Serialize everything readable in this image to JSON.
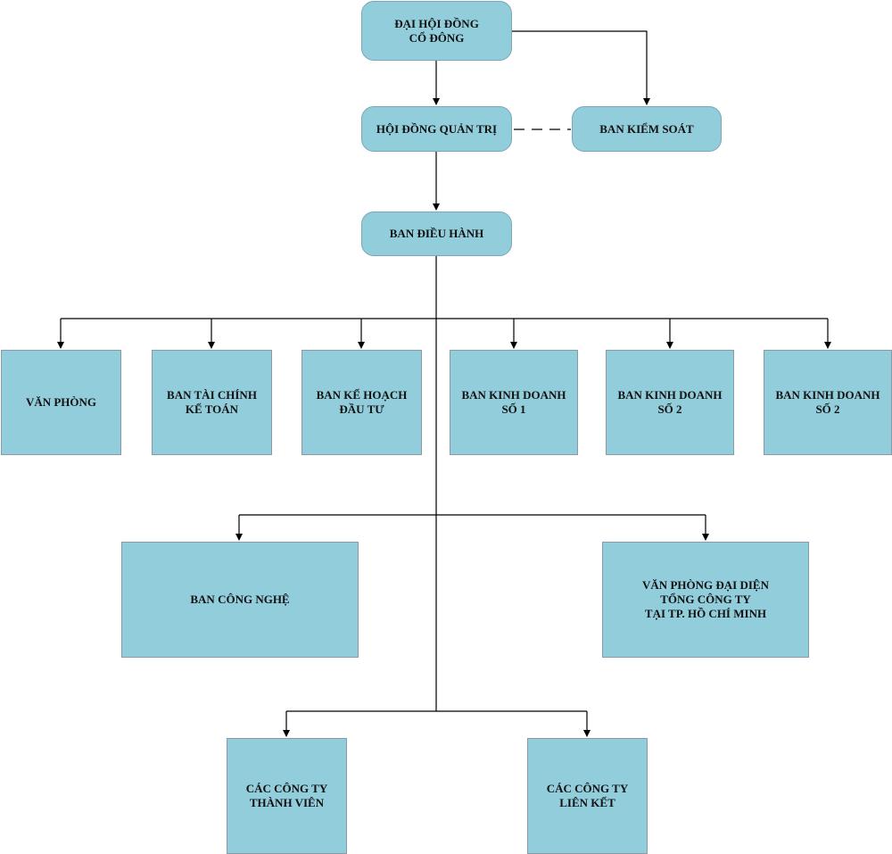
{
  "nodes": {
    "dhdcd": {
      "line1": "ĐẠI HỘI ĐỒNG",
      "line2": "CỔ ĐÔNG"
    },
    "hdqt": {
      "line1": "HỘI ĐỒNG QUẢN TRỊ"
    },
    "bks": {
      "line1": "BAN KIỂM SOÁT"
    },
    "bdh": {
      "line1": "BAN ĐIỀU HÀNH"
    },
    "vp": {
      "line1": "VĂN PHÒNG"
    },
    "btckt": {
      "line1": "BAN TÀI CHÍNH",
      "line2": "KẾ TOÁN"
    },
    "bkhdt": {
      "line1": "BAN KẾ HOẠCH",
      "line2": "ĐẦU TƯ"
    },
    "bkd1": {
      "line1": "BAN KINH DOANH",
      "line2": "SỐ 1"
    },
    "bkd2a": {
      "line1": "BAN KINH DOANH",
      "line2": "SỐ 2"
    },
    "bkd2b": {
      "line1": "BAN KINH DOANH",
      "line2": "SỐ 2"
    },
    "bcn": {
      "line1": "BAN CÔNG NGHỆ"
    },
    "vpdd": {
      "line1": "VĂN PHÒNG ĐẠI DIỆN",
      "line2": "TỔNG CÔNG TY",
      "line3": "TẠI TP. HỒ CHÍ MINH"
    },
    "cctytv": {
      "line1": "CÁC CÔNG TY",
      "line2": "THÀNH VIÊN"
    },
    "cctylk": {
      "line1": "CÁC CÔNG TY",
      "line2": "LIÊN KẾT"
    }
  },
  "colors": {
    "box_fill": "#92cddc",
    "line": "#000000"
  }
}
